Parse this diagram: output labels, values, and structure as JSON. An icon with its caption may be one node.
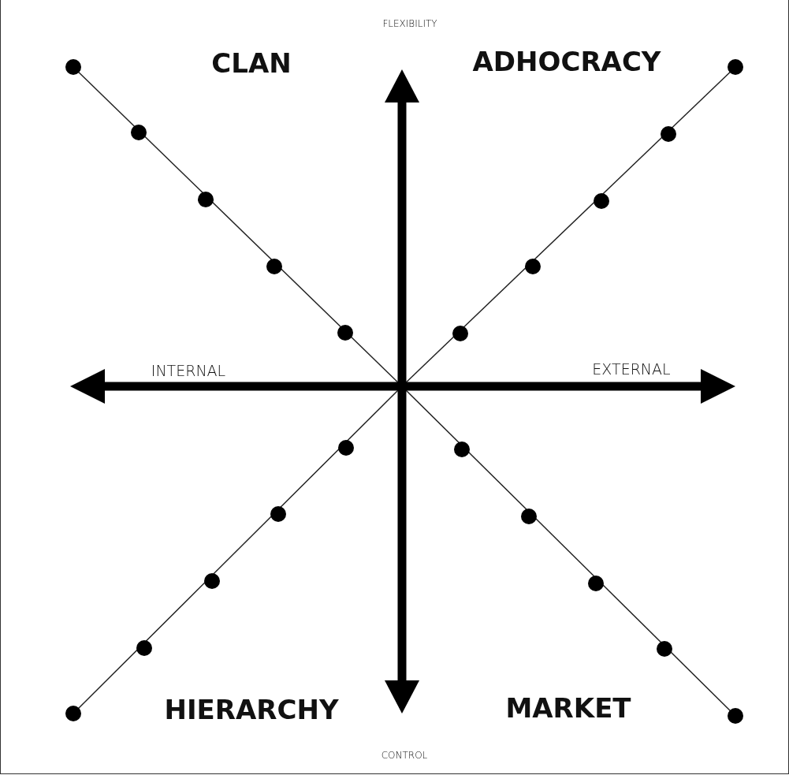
{
  "diagram": {
    "labels": [
      "FLEXIBILITY",
      "CLAN",
      "ADHOCRACY",
      "INTERNAL",
      "EXTERNAL",
      "HIERARCHY",
      "MARKET",
      "CONTROL"
    ]
  }
}
